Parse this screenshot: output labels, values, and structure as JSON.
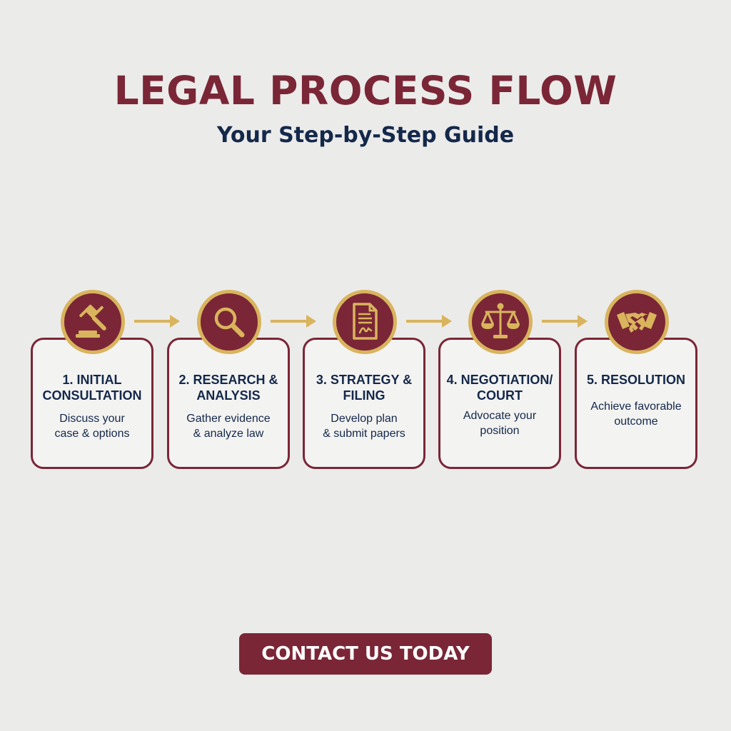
{
  "header": {
    "title": "LEGAL PROCESS FLOW",
    "subtitle": "Your Step-by-Step Guide"
  },
  "colors": {
    "maroon": "#7a2636",
    "navy": "#14284a",
    "gold": "#d9b45d",
    "background": "#ebebea"
  },
  "steps": [
    {
      "title": "1. INITIAL\nCONSULTATION",
      "description": "Discuss your\ncase & options",
      "icon": "gavel-icon"
    },
    {
      "title": "2. RESEARCH &\nANALYSIS",
      "description": "Gather evidence\n& analyze law",
      "icon": "magnifying-glass-icon"
    },
    {
      "title": "3. STRATEGY &\nFILING",
      "description": "Develop plan\n& submit papers",
      "icon": "document-icon"
    },
    {
      "title": "4. NEGOTIATION/\nCOURT",
      "description": "Advocate your\nposition",
      "icon": "scales-of-justice-icon"
    },
    {
      "title": "5. RESOLUTION",
      "description": "Achieve favorable\noutcome",
      "icon": "handshake-icon"
    }
  ],
  "cta": {
    "label": "CONTACT US TODAY"
  }
}
